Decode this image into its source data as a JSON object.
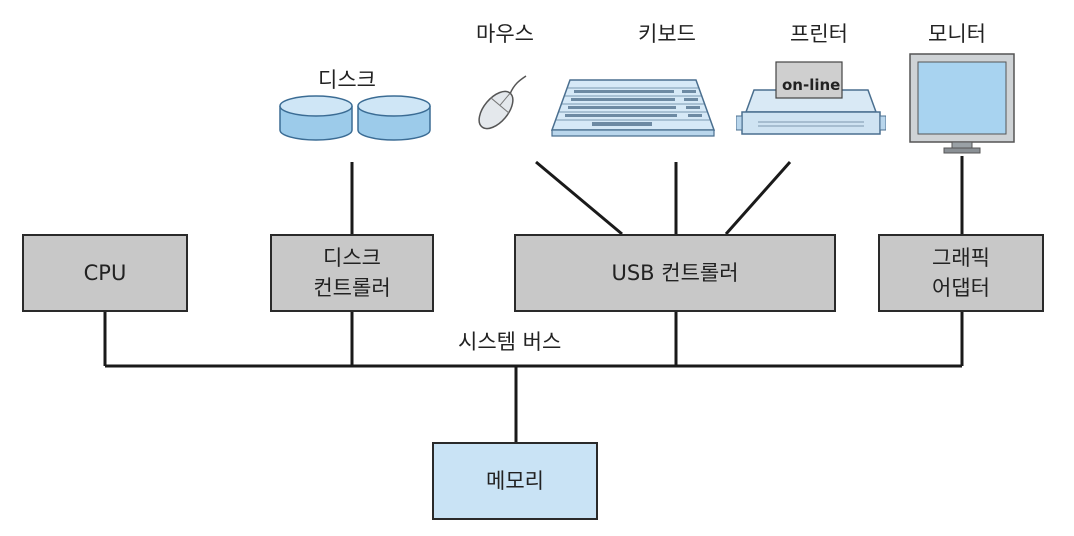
{
  "devices": {
    "disk": "디스크",
    "mouse": "마우스",
    "keyboard": "키보드",
    "printer": "프린터",
    "printer_panel": "on-line",
    "monitor": "모니터"
  },
  "boxes": {
    "cpu": "CPU",
    "disk_ctrl_line1": "디스크",
    "disk_ctrl_line2": "컨트롤러",
    "usb": "USB 컨트롤러",
    "gfx_line1": "그래픽",
    "gfx_line2": "어댑터",
    "memory": "메모리"
  },
  "bus_label": "시스템 버스",
  "colors": {
    "box_gray": "#c8c8c8",
    "box_blue": "#c9e3f5",
    "line": "#1a1a1a",
    "device_blue": "#a9d2ee"
  }
}
